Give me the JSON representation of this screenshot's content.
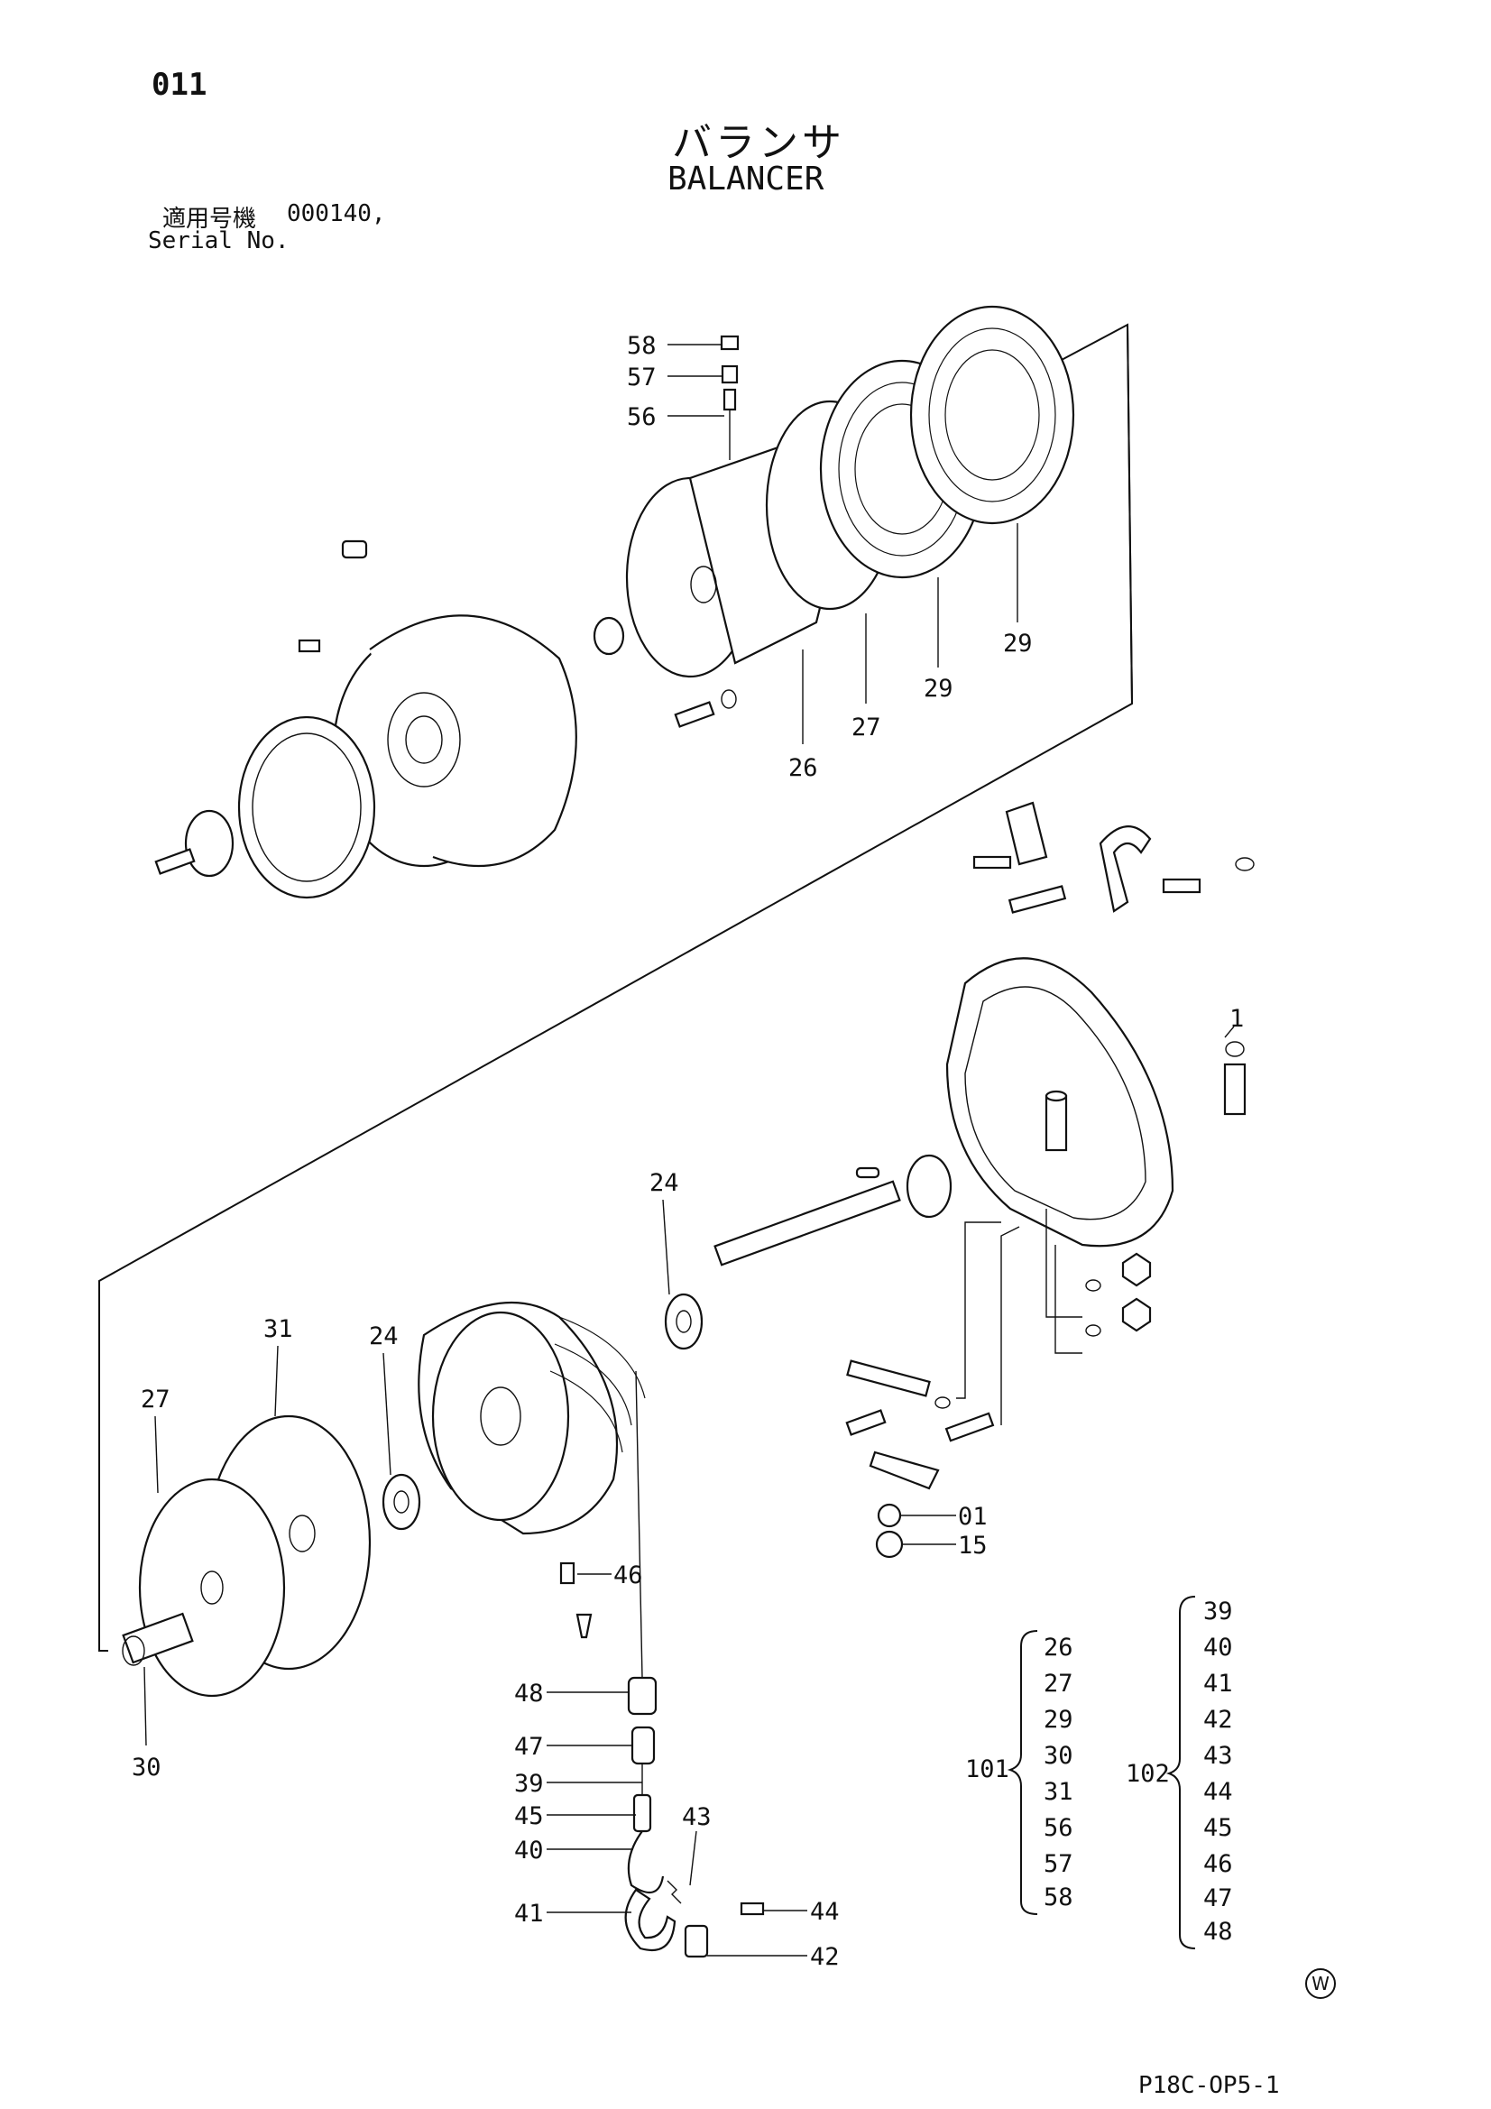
{
  "page_number": "011",
  "title_jp": "バランサ",
  "title_en": "BALANCER",
  "serial": {
    "label_jp": "適用号機",
    "value": "000140,",
    "label_en": "Serial No."
  },
  "callouts": {
    "c58": "58",
    "c57": "57",
    "c56": "56",
    "c29a": "29",
    "c29b": "29",
    "c27a": "27",
    "c26": "26",
    "c1": "1",
    "c24a": "24",
    "c24b": "24",
    "c31": "31",
    "c27b": "27",
    "c30": "30",
    "c46": "46",
    "c48": "48",
    "c47": "47",
    "c39": "39",
    "c45": "45",
    "c40": "40",
    "c41": "41",
    "c43": "43",
    "c44": "44",
    "c42": "42",
    "c01": "01",
    "c15": "15"
  },
  "assembly_101": {
    "label": "101",
    "parts": [
      "26",
      "27",
      "29",
      "30",
      "31",
      "56",
      "57",
      "58"
    ]
  },
  "assembly_102": {
    "label": "102",
    "parts": [
      "39",
      "40",
      "41",
      "42",
      "43",
      "44",
      "45",
      "46",
      "47",
      "48"
    ]
  },
  "watermark": "W",
  "drawing_code": "P18C-OP5-1"
}
